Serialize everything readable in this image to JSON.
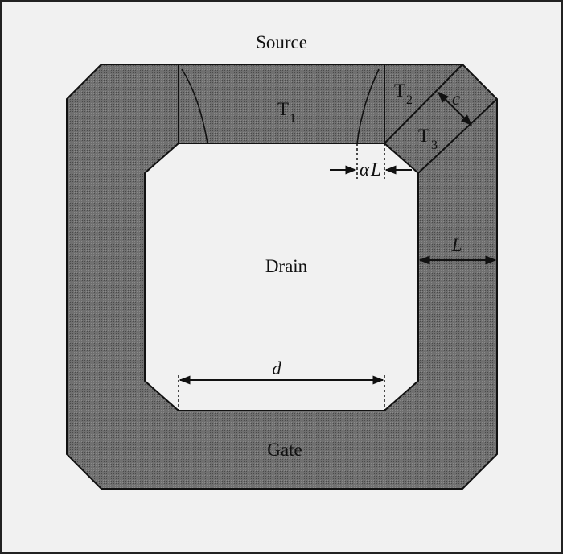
{
  "labels": {
    "source": "Source",
    "drain": "Drain",
    "gate": "Gate",
    "t1": "T",
    "t1_sub": "1",
    "t2": "T",
    "t2_sub": "2",
    "t3": "T",
    "t3_sub": "3",
    "c": "c",
    "alpha_l_greek": "α",
    "alpha_l_var": "L",
    "l": "L",
    "d": "d"
  },
  "colors": {
    "background": "#f1f1f1",
    "gate_fill": "#6c6c6c",
    "stroke": "#111111"
  }
}
